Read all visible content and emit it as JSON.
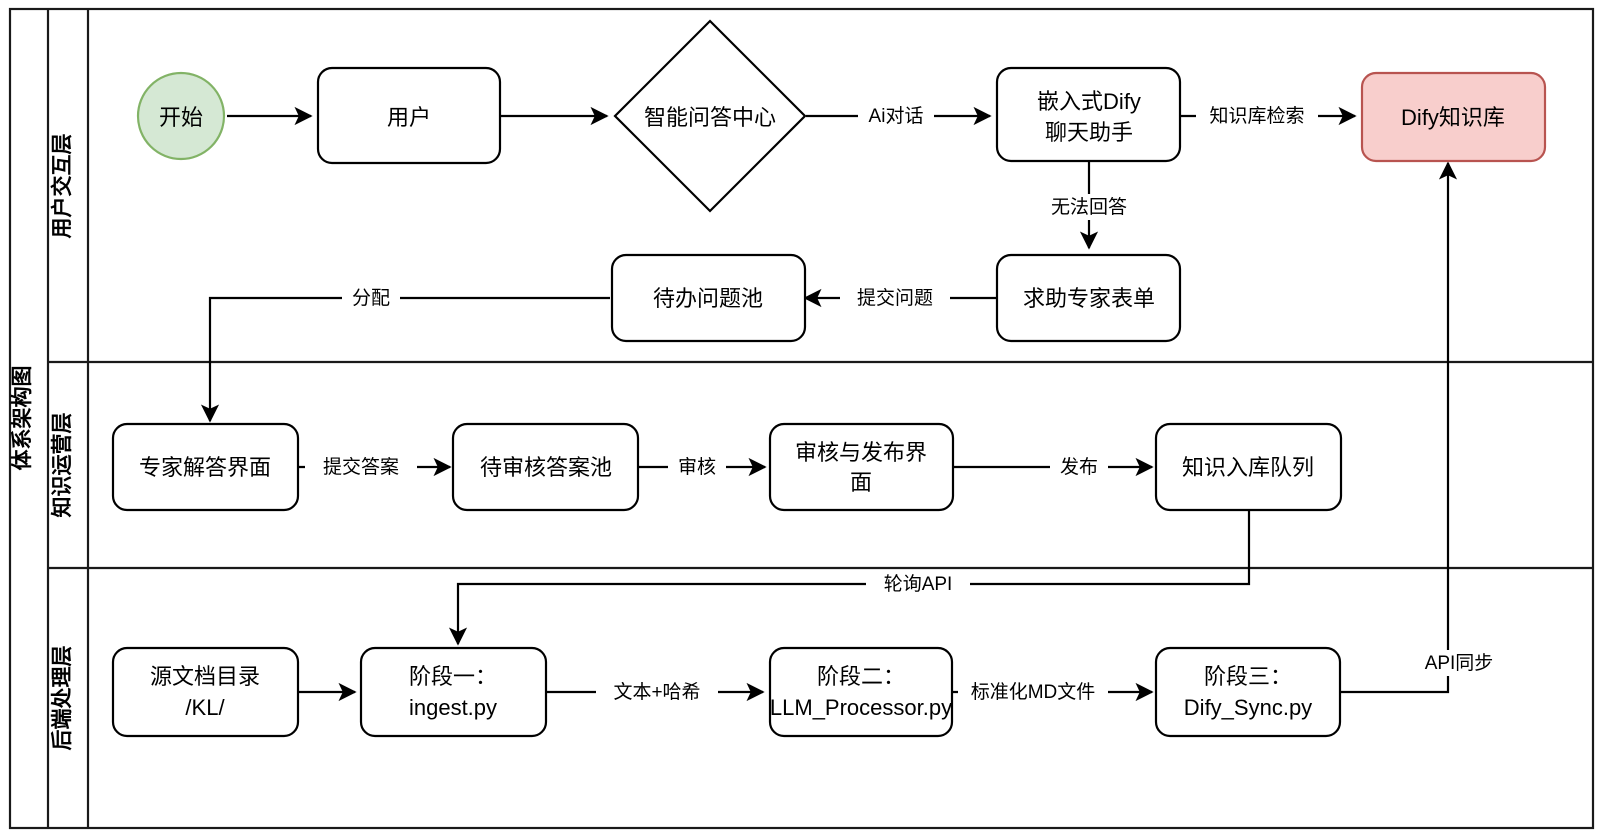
{
  "pool": {
    "title": "体系架构图",
    "lanes": [
      {
        "id": "lane-user",
        "label": "用户交互层"
      },
      {
        "id": "lane-ops",
        "label": "知识运营层"
      },
      {
        "id": "lane-backend",
        "label": "后端处理层"
      }
    ]
  },
  "colors": {
    "start_fill": "#d5e8d4",
    "start_stroke": "#82b366",
    "kb_fill": "#f8cecc",
    "kb_stroke": "#b85450",
    "node_fill": "#ffffff",
    "node_stroke": "#000000",
    "frame_stroke": "#1a1a1a",
    "edge_stroke": "#000000",
    "text": "#000000"
  },
  "nodes": [
    {
      "id": "start",
      "label": "开始",
      "shape": "circle"
    },
    {
      "id": "user",
      "label": "用户",
      "shape": "rounded"
    },
    {
      "id": "qa-center",
      "label": "智能问答中心",
      "shape": "diamond"
    },
    {
      "id": "dify-chat",
      "label_line1": "嵌入式Dify",
      "label_line2": "聊天助手",
      "shape": "rounded"
    },
    {
      "id": "dify-kb",
      "label": "Dify知识库",
      "shape": "rounded-accent"
    },
    {
      "id": "expert-form",
      "label": "求助专家表单",
      "shape": "rounded"
    },
    {
      "id": "todo-pool",
      "label": "待办问题池",
      "shape": "rounded"
    },
    {
      "id": "expert-ui",
      "label": "专家解答界面",
      "shape": "rounded"
    },
    {
      "id": "review-pool",
      "label": "待审核答案池",
      "shape": "rounded"
    },
    {
      "id": "review-ui",
      "label_line1": "审核与发布界",
      "label_line2": "面",
      "shape": "rounded"
    },
    {
      "id": "kb-queue",
      "label": "知识入库队列",
      "shape": "rounded"
    },
    {
      "id": "src-docs",
      "label_line1": "源文档目录",
      "label_line2": "/KL/",
      "shape": "rounded"
    },
    {
      "id": "stage-1",
      "label_line1": "阶段一：",
      "label_line2": "ingest.py",
      "shape": "rounded"
    },
    {
      "id": "stage-2",
      "label_line1": "阶段二：",
      "label_line2": "LLM_Processor.py",
      "shape": "rounded"
    },
    {
      "id": "stage-3",
      "label_line1": "阶段三：",
      "label_line2": "Dify_Sync.py",
      "shape": "rounded"
    }
  ],
  "edges": [
    {
      "id": "e-start-user",
      "from": "start",
      "to": "user",
      "label": ""
    },
    {
      "id": "e-user-qa",
      "from": "user",
      "to": "qa-center",
      "label": ""
    },
    {
      "id": "e-qa-chat",
      "from": "qa-center",
      "to": "dify-chat",
      "label": "Ai对话"
    },
    {
      "id": "e-chat-kb",
      "from": "dify-chat",
      "to": "dify-kb",
      "label": "知识库检索"
    },
    {
      "id": "e-chat-form",
      "from": "dify-chat",
      "to": "expert-form",
      "label": "无法回答"
    },
    {
      "id": "e-form-todo",
      "from": "expert-form",
      "to": "todo-pool",
      "label": "提交问题"
    },
    {
      "id": "e-todo-expert",
      "from": "todo-pool",
      "to": "expert-ui",
      "label": "分配"
    },
    {
      "id": "e-expert-review",
      "from": "expert-ui",
      "to": "review-pool",
      "label": "提交答案"
    },
    {
      "id": "e-review-reviewui",
      "from": "review-pool",
      "to": "review-ui",
      "label": "审核"
    },
    {
      "id": "e-reviewui-queue",
      "from": "review-ui",
      "to": "kb-queue",
      "label": "发布"
    },
    {
      "id": "e-queue-stage1",
      "from": "kb-queue",
      "to": "stage-1",
      "label": "轮询API"
    },
    {
      "id": "e-src-stage1",
      "from": "src-docs",
      "to": "stage-1",
      "label": ""
    },
    {
      "id": "e-stage1-stage2",
      "from": "stage-1",
      "to": "stage-2",
      "label": "文本+哈希"
    },
    {
      "id": "e-stage2-stage3",
      "from": "stage-2",
      "to": "stage-3",
      "label": "标准化MD文件"
    },
    {
      "id": "e-stage3-kb",
      "from": "stage-3",
      "to": "dify-kb",
      "label": "API同步"
    }
  ]
}
